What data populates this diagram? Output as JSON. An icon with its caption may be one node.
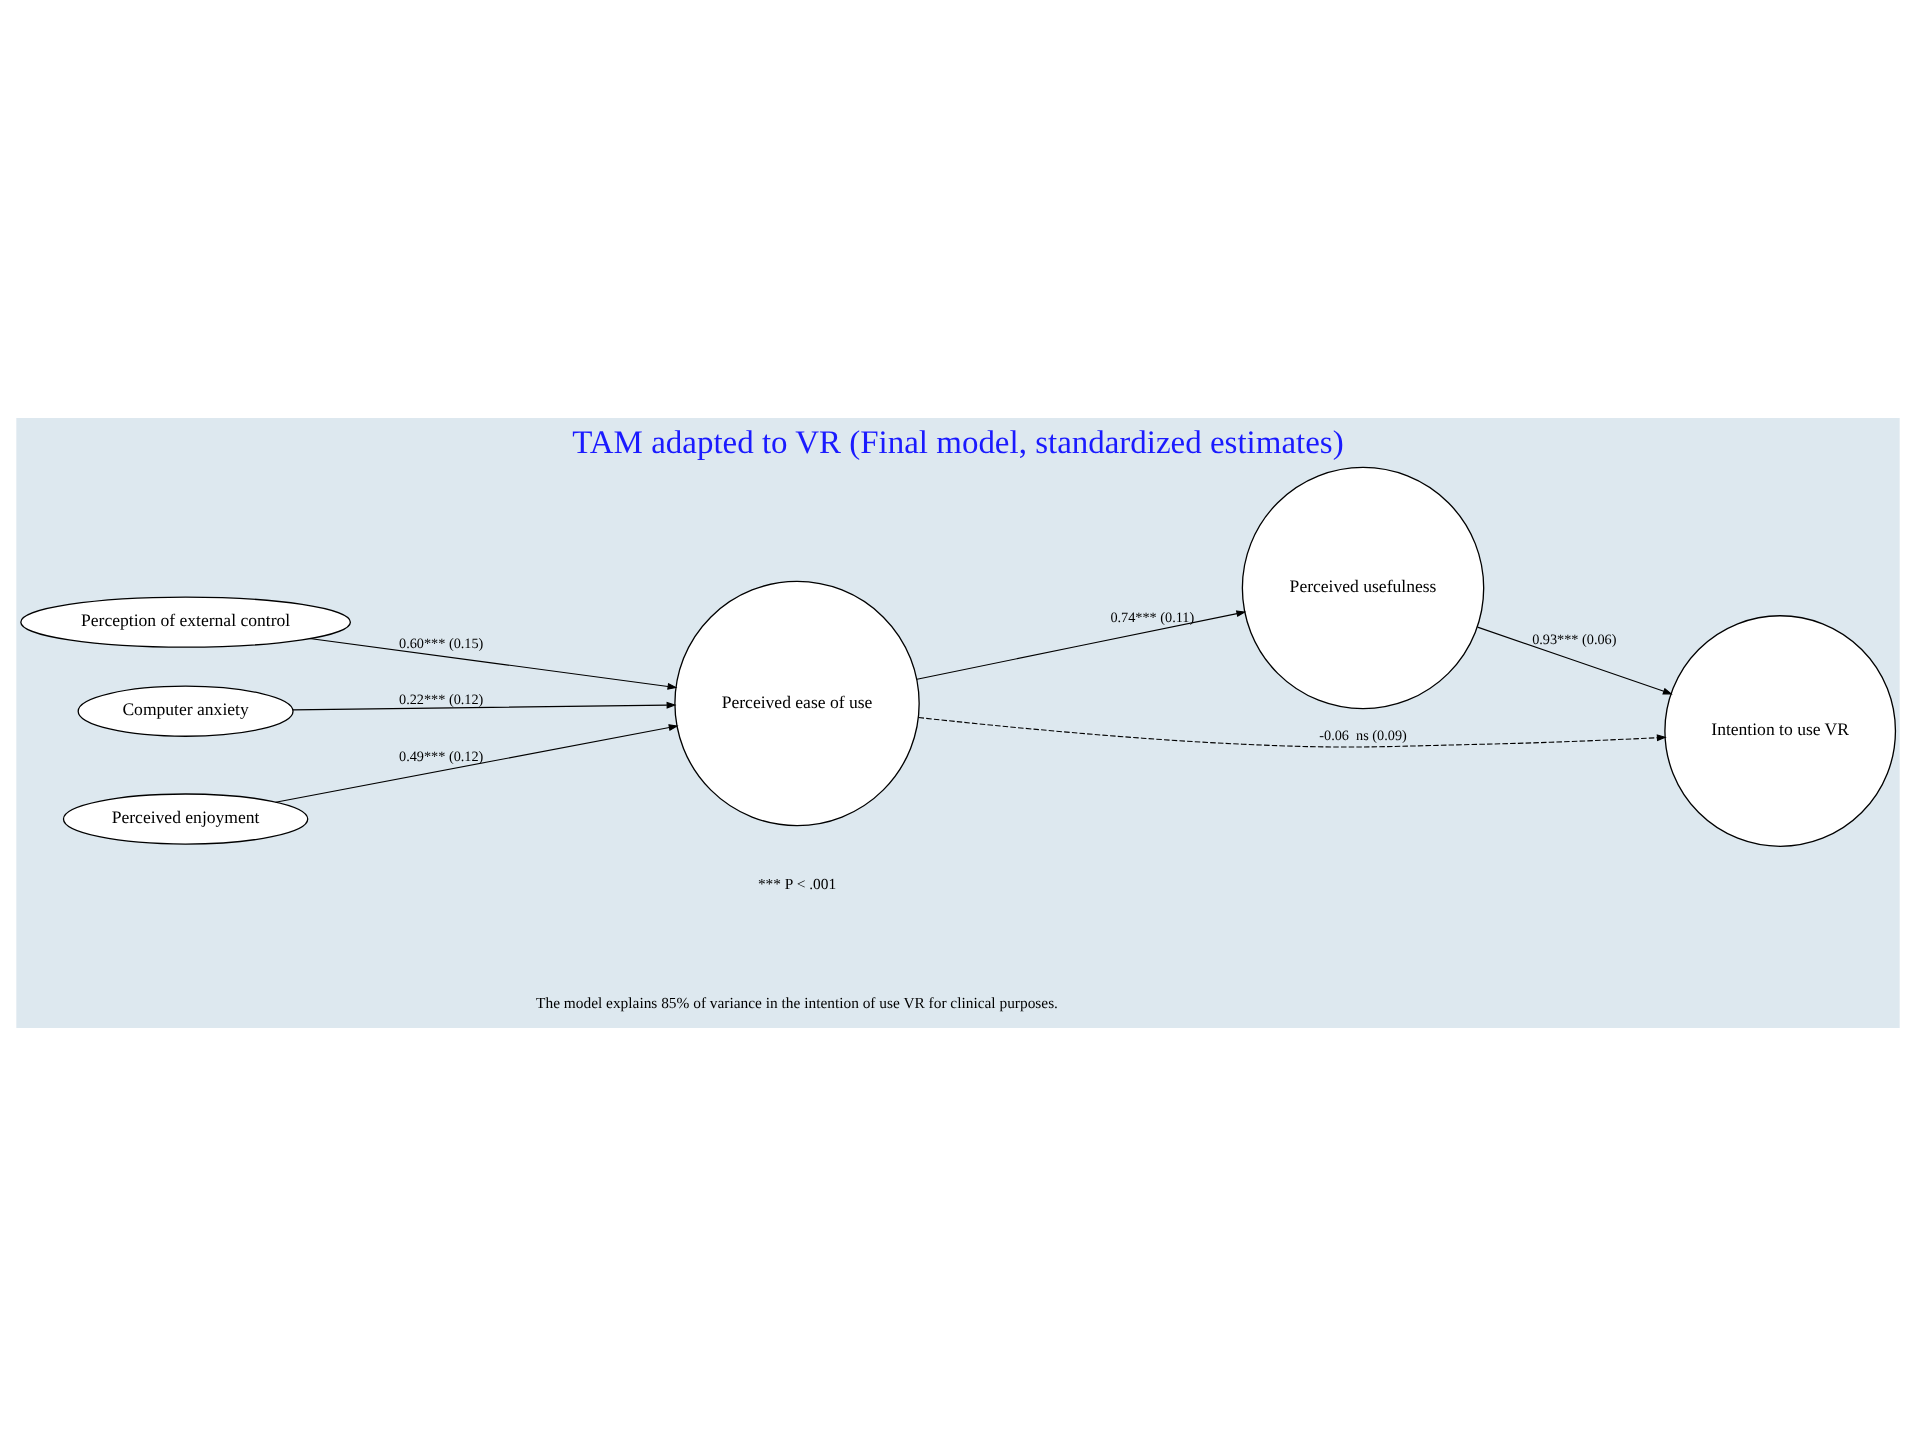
{
  "diagram": {
    "title": "TAM adapted to VR (Final model, standardized estimates)",
    "nodes": [
      {
        "text": [
          "Perception of external control"
        ]
      },
      {
        "text": [
          "Computer anxiety"
        ]
      },
      {
        "text": [
          "Perceived enjoyment"
        ]
      },
      {
        "text": [
          "Perceived ease of use"
        ]
      },
      {
        "text": [
          "Perceived usefulness"
        ]
      },
      {
        "text": [
          "Intention to use VR"
        ]
      }
    ],
    "edges": [
      {
        "from": 0,
        "to": 3,
        "arrow": "to",
        "label": "0.60*** (0.15)"
      },
      {
        "from": 1,
        "to": 3,
        "arrow": "to",
        "label": "0.22*** (0.12)"
      },
      {
        "from": 2,
        "to": 3,
        "arrow": "to",
        "label": "0.49*** (0.12)"
      },
      {
        "from": 3,
        "to": 4,
        "arrow": "to",
        "label": "0.74*** (0.11)"
      },
      {
        "from": 4,
        "to": 5,
        "arrow": "to",
        "label": "0.93*** (0.06)"
      },
      {
        "from": 3,
        "to": 5,
        "arrow": "to",
        "label": "-0.06  ns (0.09)",
        "style": "dashed"
      }
    ],
    "labels": [
      "*** P < .001",
      "The model explains 85% of variance in the intention of use VR for clinical purposes."
    ]
  }
}
